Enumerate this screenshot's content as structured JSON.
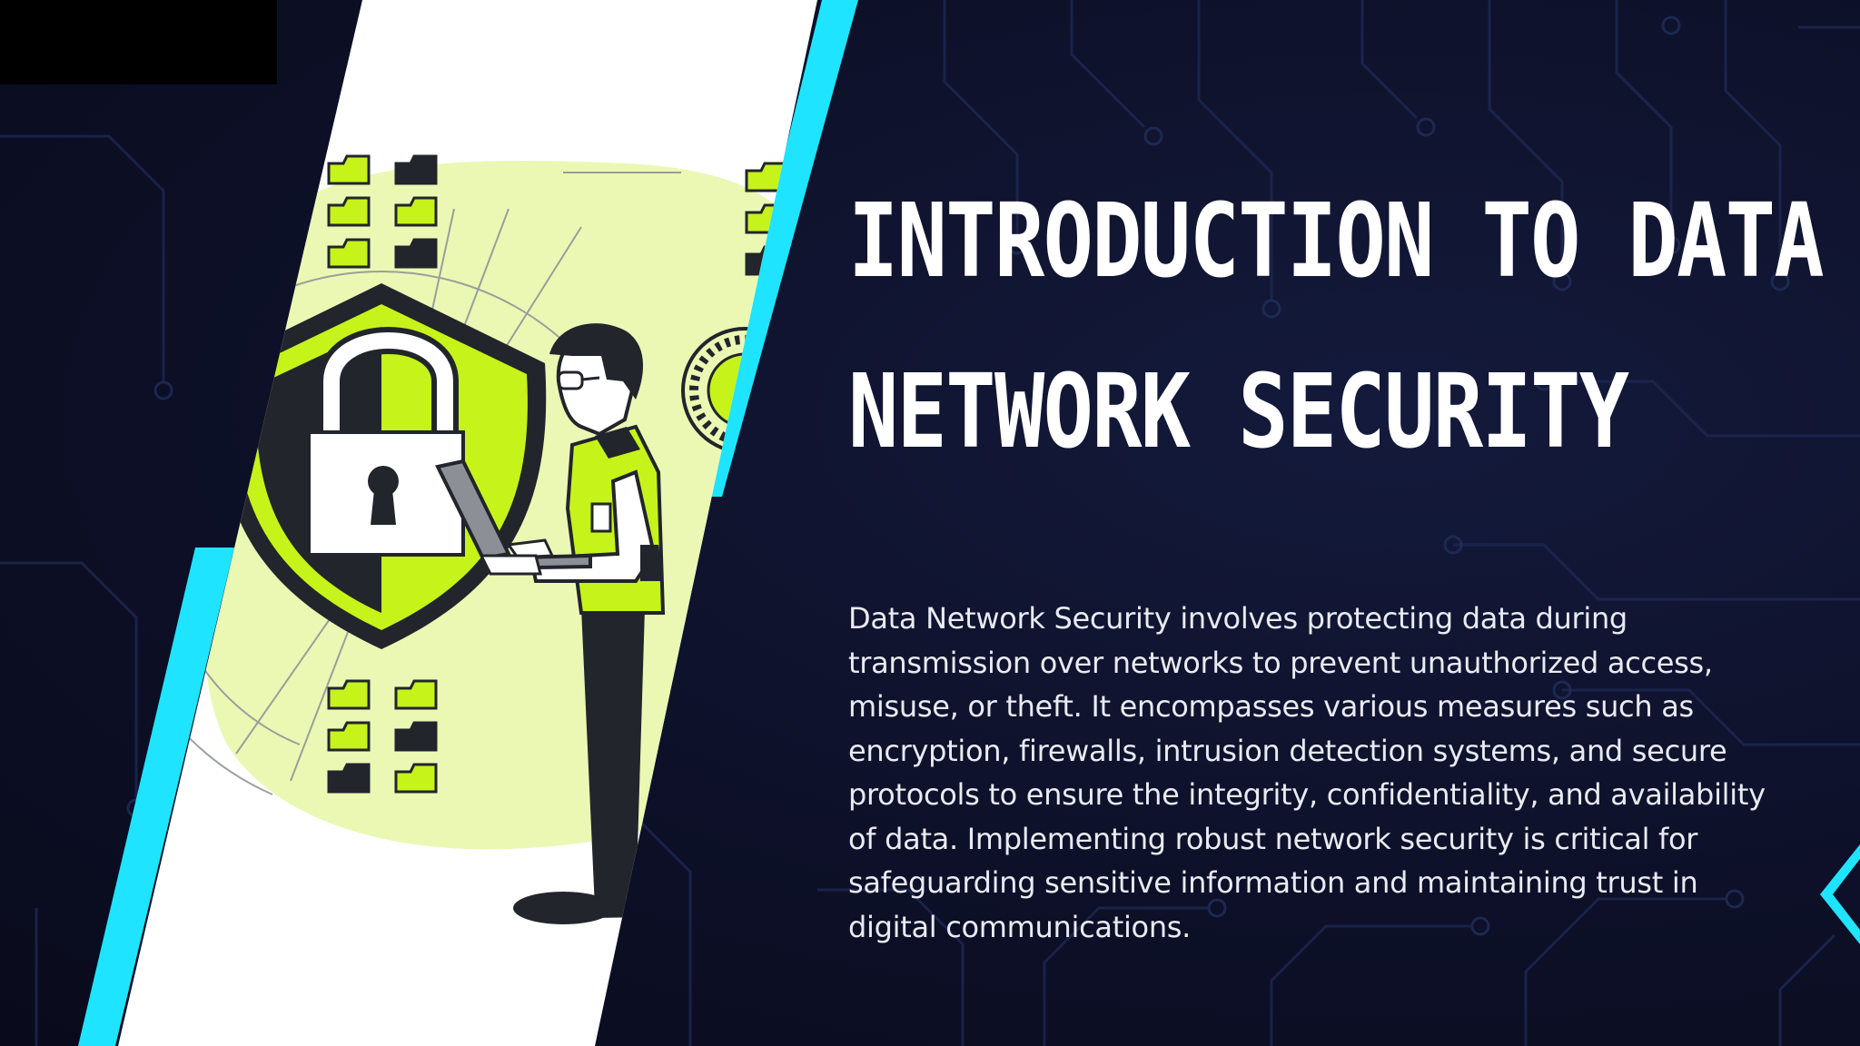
{
  "slide": {
    "title_line_1": "INTRODUCTION TO DATA",
    "title_line_2": "NETWORK SECURITY",
    "body": "Data Network Security involves protecting data during transmission over networks to prevent unauthorized access, misuse, or theft. It encompasses various measures such as encryption, firewalls, intrusion detection systems, and secure protocols to ensure the integrity, confidentiality, and availability of data. Implementing robust network security is critical for safeguarding sensitive information and maintaining trust in digital communications."
  },
  "colors": {
    "background": "#0d1028",
    "accent_cyan": "#1fe4ff",
    "accent_lime": "#c6f31a",
    "lime_light": "#eaf8b4",
    "ink": "#22252b"
  },
  "illustration": {
    "icons": [
      "shield-icon",
      "padlock-icon",
      "folder-icon",
      "laptop-icon",
      "person-figure"
    ]
  }
}
